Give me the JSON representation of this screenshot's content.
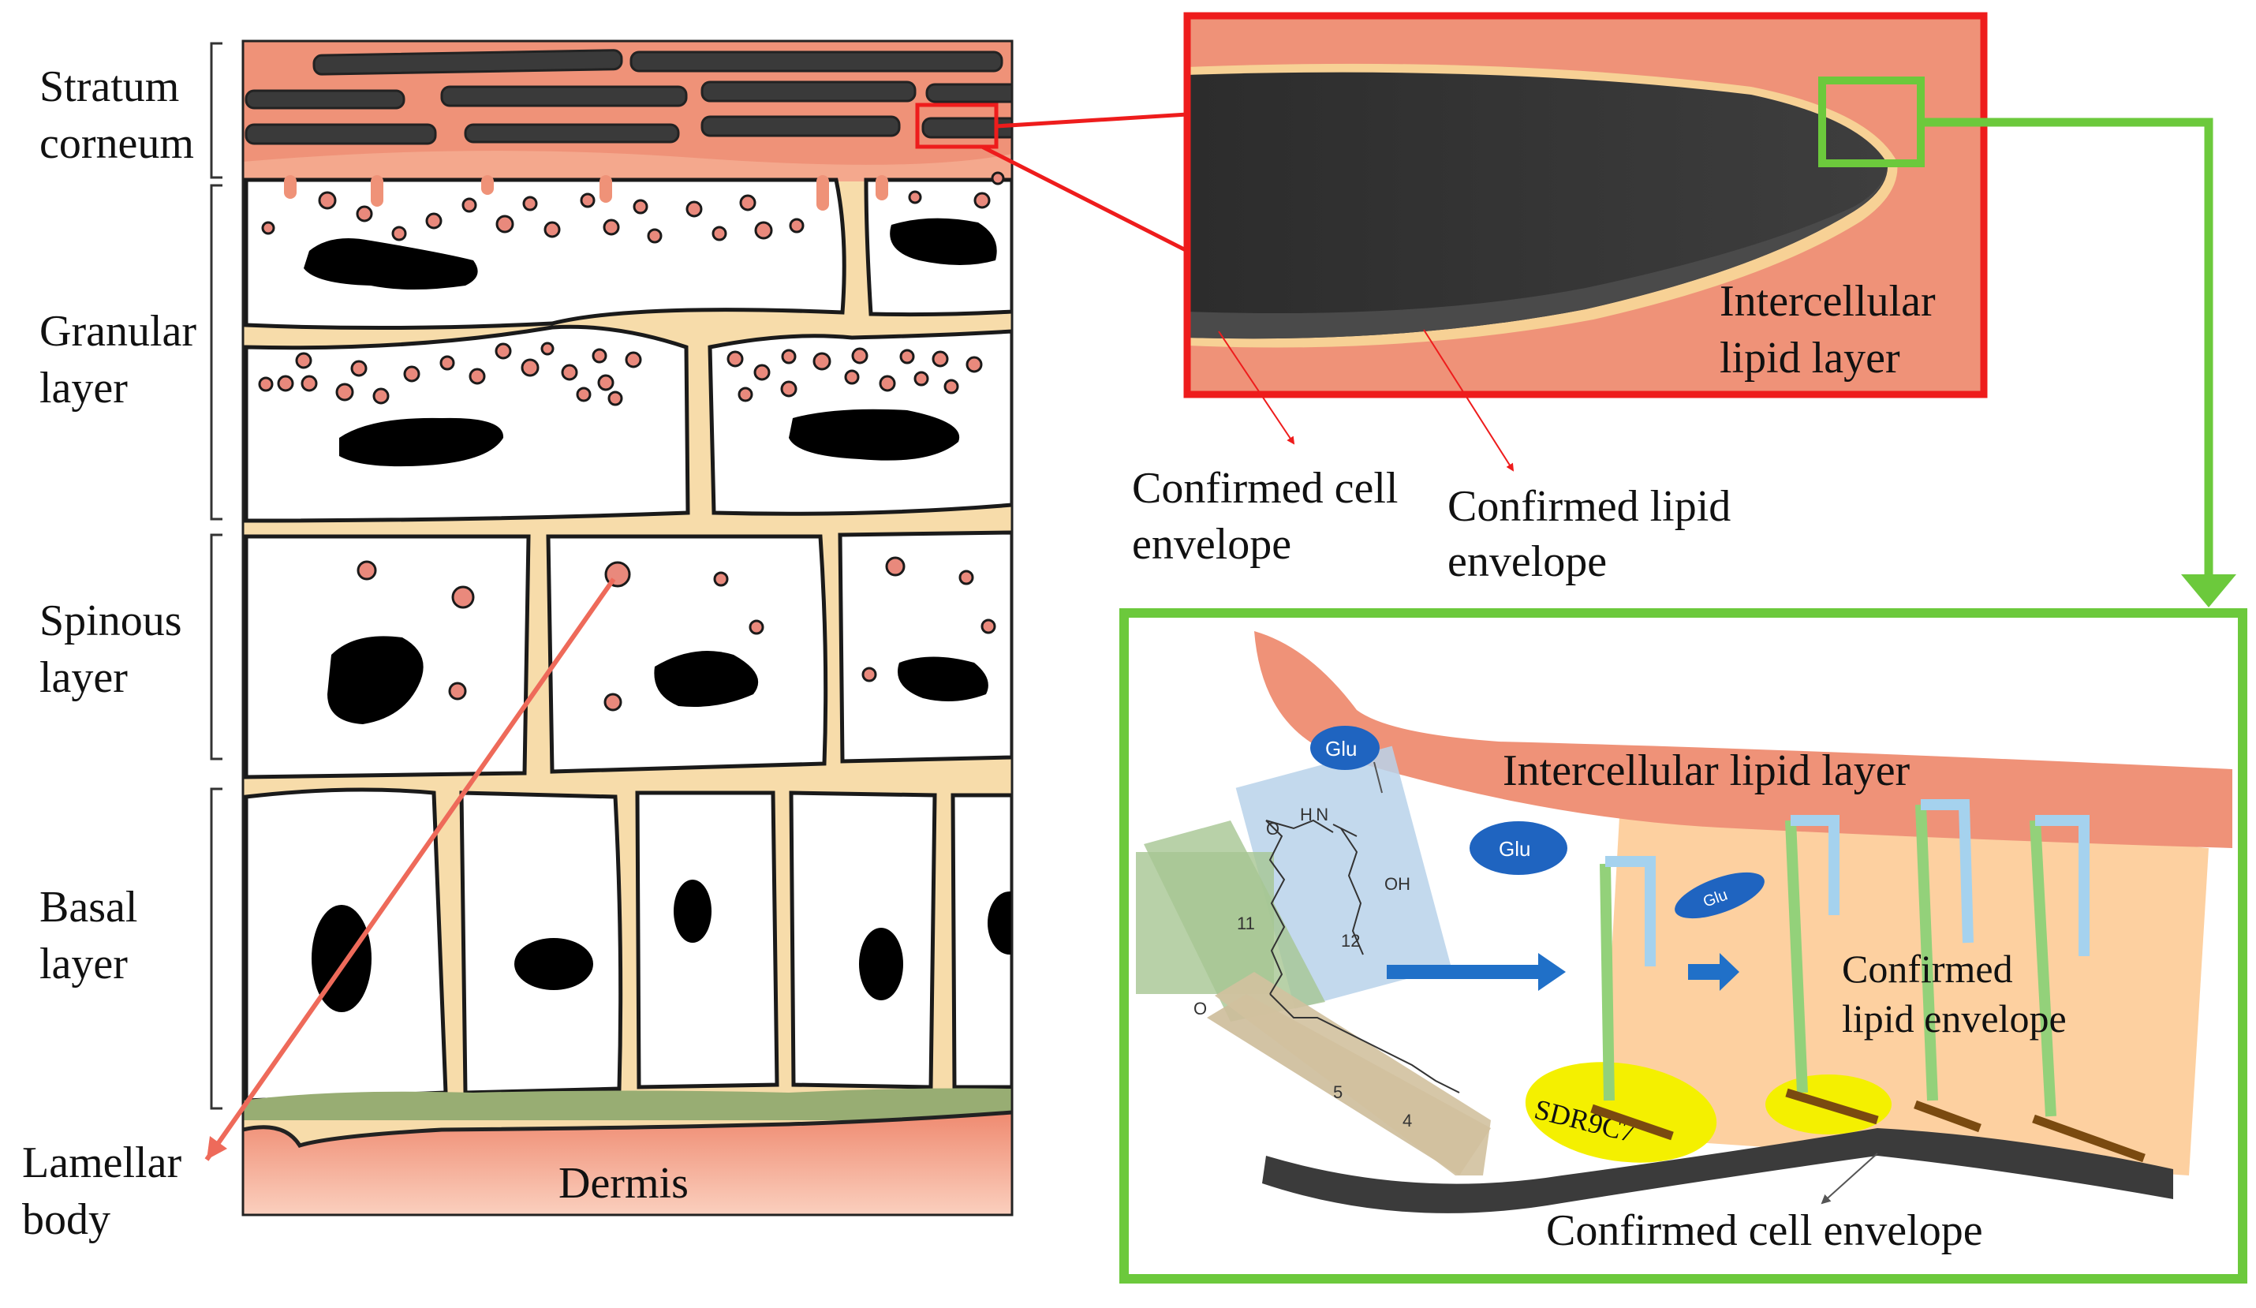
{
  "left_panel": {
    "layers": {
      "stratum_corneum": [
        "Stratum",
        "corneum"
      ],
      "granular": [
        "Granular",
        "layer"
      ],
      "spinous": [
        "Spinous",
        "layer"
      ],
      "basal": [
        "Basal",
        "layer"
      ]
    },
    "dermis": "Dermis",
    "lamellar_body": [
      "Lamellar",
      "body"
    ]
  },
  "zoom_panel": {
    "intercellular": [
      "Intercellular",
      "lipid layer"
    ],
    "cell_envelope": [
      "Confirmed cell",
      "envelope"
    ],
    "lipid_envelope": [
      "Confirmed lipid",
      "envelope"
    ]
  },
  "detail_panel": {
    "intercellular": "Intercellular lipid layer",
    "glu": "Glu",
    "enzyme": "SDR9C7",
    "lipid_envelope": [
      "Confirmed",
      "lipid envelope"
    ],
    "cell_envelope": "Confirmed cell envelope",
    "chem": {
      "nh": "H N",
      "oh1": "O",
      "oh2": "OH",
      "o": "O",
      "n11": "11",
      "n12": "12",
      "n5": "5",
      "n4": "4"
    }
  },
  "colors": {
    "corneum": "#ef9278",
    "lipid": "#f7dcaa",
    "nucleus": "#000000",
    "granule": "#e9897c",
    "basement": "#98ad73",
    "dermis": "#f39c84",
    "zoom_frame": "#ee1c1c",
    "detail_frame": "#6cc93c",
    "arrow": "#ee6a5a",
    "glu": "#1f64c0",
    "enzyme": "#f4f000"
  }
}
